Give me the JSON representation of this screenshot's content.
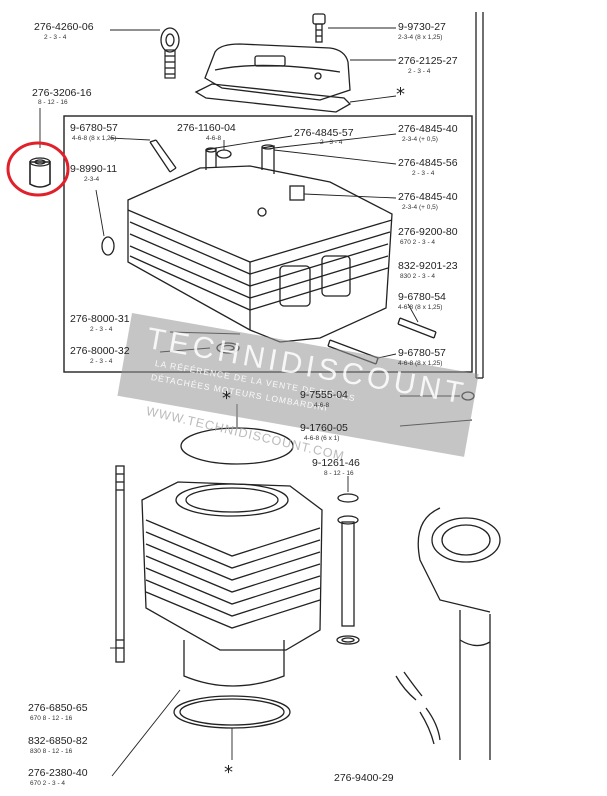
{
  "labels": {
    "p1_pn": "276-4260-06",
    "p1_sub": "2 - 3 - 4",
    "p2_pn": "9-9730-27",
    "p2_sub": "2-3-4 (8 x 1,25)",
    "p3_pn": "276-2125-27",
    "p3_sub": "2 - 3 - 4",
    "p4_pn": "276-3206-16",
    "p4_sub": "8 - 12 - 16",
    "p5_pn": "9-6780-57",
    "p5_sub": "4-6-8 (8 x 1,25)",
    "p6_pn": "276-1160-04",
    "p6_sub": "4-6-8",
    "p7_pn": "276-4845-57",
    "p7_sub": "2 - 3 - 4",
    "p8_pn": "276-4845-40",
    "p8_sub": "2-3-4 (+ 0,5)",
    "p9_pn": "9-8990-11",
    "p9_sub": "2-3-4",
    "p10_pn": "276-4845-56",
    "p10_sub": "2 - 3 - 4",
    "p11_pn": "276-4845-40",
    "p11_sub": "2-3-4 (+ 0,5)",
    "p12_pn": "276-9200-80",
    "p12_sub": "670    2 - 3 - 4",
    "p13_pn": "832-9201-23",
    "p13_sub": "830    2 - 3 - 4",
    "p14_pn": "9-6780-54",
    "p14_sub": "4-6-8 (8 x 1,25)",
    "p15_pn": "276-8000-31",
    "p15_sub": "2 - 3 - 4",
    "p16_pn": "276-8000-32",
    "p16_sub": "2 - 3 - 4",
    "p17_pn": "9-6780-57",
    "p17_sub": "4-6-8 (8 x 1,25)",
    "p18_pn": "9-7555-04",
    "p18_sub": "4-6-8",
    "p19_pn": "9-1760-05",
    "p19_sub": "4-6-8   (6 x 1)",
    "p20_pn": "9-1261-46",
    "p20_sub": "8 - 12 - 16",
    "p21_pn": "276-6850-65",
    "p21_sub": "670    8 - 12 - 16",
    "p22_pn": "832-6850-82",
    "p22_sub": "830    8 - 12 - 16",
    "p23_pn": "276-2380-40",
    "p23_sub": "670    2 - 3 - 4",
    "p24_pn": "276-9400-29",
    "star": "*"
  },
  "watermark": {
    "title": "TECHNIDISCOUNT",
    "line1": "LA RÉFÉRENCE DE LA VENTE DE PIÈCES",
    "line2": "DÉTACHÉES MOTEURS LOMBARDINI",
    "url": "WWW.TECHNIDISCOUNT.COM"
  },
  "colors": {
    "ink": "#222222",
    "highlight_circle": "#e0202a",
    "watermark_band": "#969696"
  }
}
